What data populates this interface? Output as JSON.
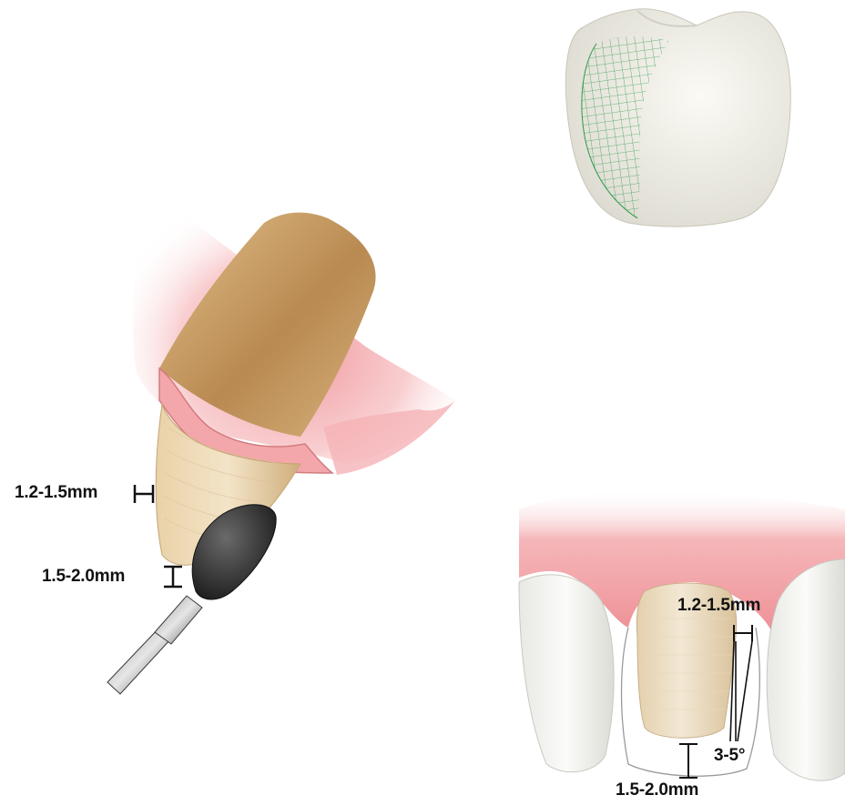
{
  "labels": {
    "left_shoulder": "1.2-1.5mm",
    "left_incisal": "1.5-2.0mm",
    "right_shoulder": "1.2-1.5mm",
    "right_taper": "3-5°",
    "right_incisal": "1.5-2.0mm"
  },
  "colors": {
    "gingiva": "#f0a0a4",
    "tooth_dentin": "#c9a26e",
    "prep_surface": "#efe0c4",
    "crown_shell": "#f1efe6",
    "wireframe": "#2e9a4c",
    "bur": "#2b2b2b",
    "text": "#111111"
  }
}
